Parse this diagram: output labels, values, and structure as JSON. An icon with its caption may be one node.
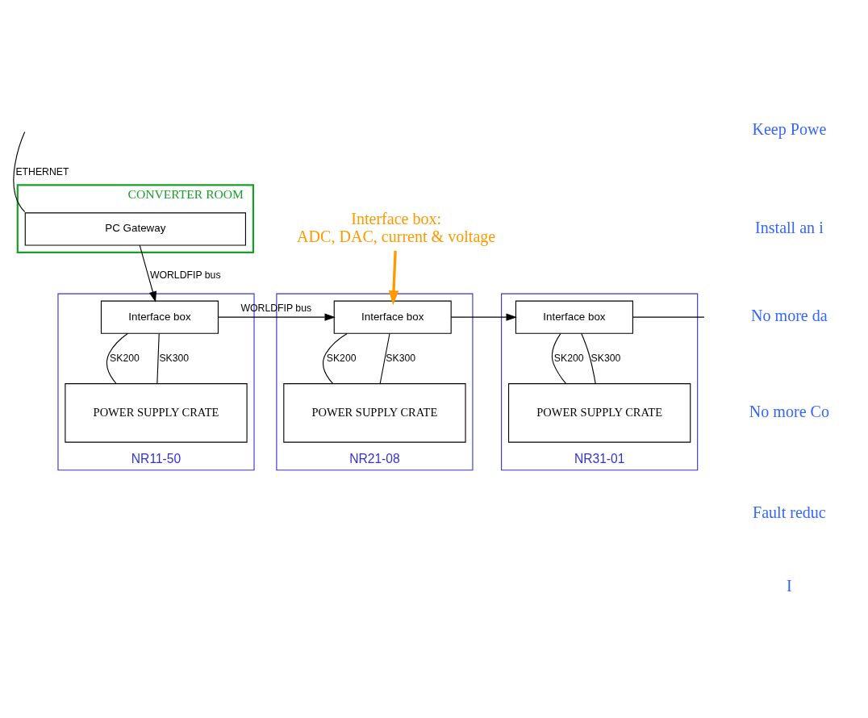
{
  "diagram": {
    "nodes": [
      {
        "text": [
          "CONVERTER ROOM"
        ]
      },
      {
        "text": [
          "PC Gateway"
        ],
        "in": 0
      },
      {
        "text": [
          "NR11-50"
        ]
      },
      {
        "text": [
          "Interface box"
        ],
        "in": 2
      },
      {
        "text": [
          "POWER SUPPLY CRATE"
        ],
        "in": 2
      },
      {
        "text": [
          "NR21-08"
        ]
      },
      {
        "text": [
          "Interface box"
        ],
        "in": 5
      },
      {
        "text": [
          "POWER SUPPLY CRATE"
        ],
        "in": 5
      },
      {
        "text": [
          "NR31-01"
        ]
      },
      {
        "text": [
          "Interface box"
        ],
        "in": 8
      },
      {
        "text": [
          "POWER SUPPLY CRATE"
        ],
        "in": 8
      },
      {
        "text": [
          "Interface box:",
          "ADC, DAC, current & voltage"
        ]
      }
    ],
    "edges": [
      {
        "from": null,
        "to": 1,
        "arrow": "none",
        "label": "ETHERNET"
      },
      {
        "from": 1,
        "to": 3,
        "arrow": "to",
        "label": "WORLDFIP bus"
      },
      {
        "from": 3,
        "to": 6,
        "arrow": "to",
        "label": "WORLDFIP bus"
      },
      {
        "from": 6,
        "to": 9,
        "arrow": "to"
      },
      {
        "from": 9,
        "to": null,
        "arrow": "none"
      },
      {
        "from": 3,
        "to": 4,
        "arrow": "none",
        "label": "SK200"
      },
      {
        "from": 3,
        "to": 4,
        "arrow": "none",
        "label": "SK300"
      },
      {
        "from": 6,
        "to": 7,
        "arrow": "none",
        "label": "SK200"
      },
      {
        "from": 6,
        "to": 7,
        "arrow": "none",
        "label": "SK300"
      },
      {
        "from": 9,
        "to": 10,
        "arrow": "none",
        "label": "SK200"
      },
      {
        "from": 9,
        "to": 10,
        "arrow": "none",
        "label": "SK300"
      },
      {
        "from": 11,
        "to": 6,
        "arrow": "to",
        "color": "#ff9900",
        "style": "thick"
      }
    ],
    "labels": [
      "Keep Powe",
      "Install an i",
      "No more da",
      "No more Co",
      "Fault reduc",
      "I"
    ]
  }
}
